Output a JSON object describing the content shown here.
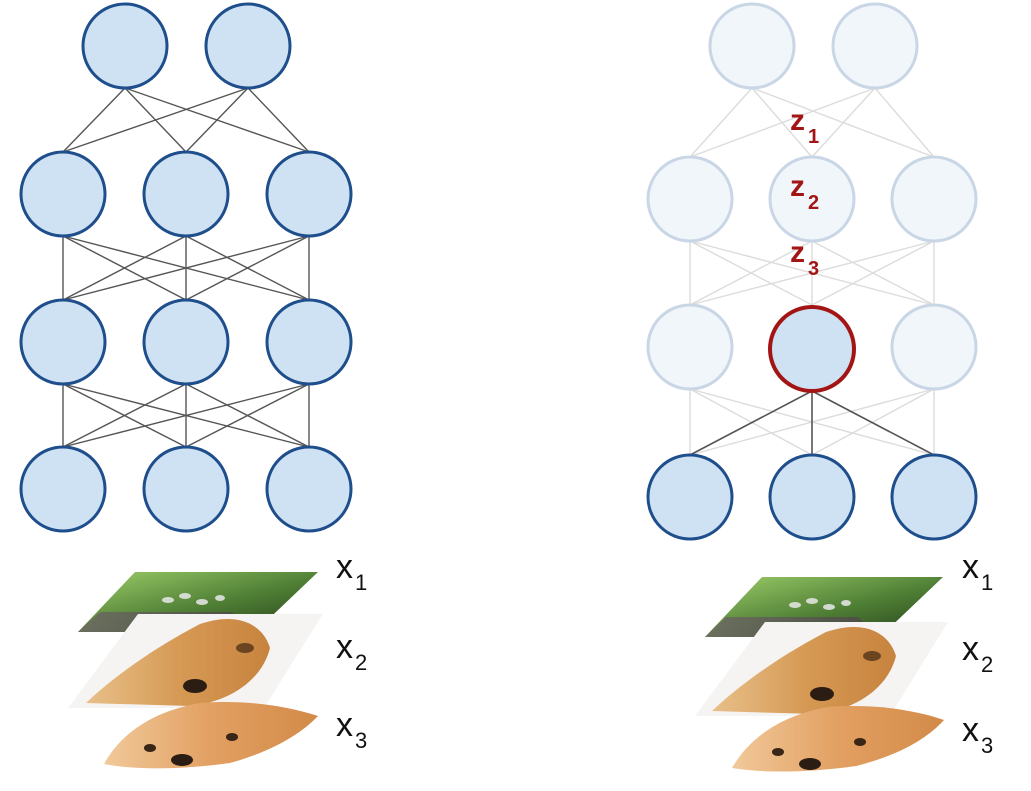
{
  "left_network": {
    "input_labels": [
      {
        "base": "x",
        "sub": "1"
      },
      {
        "base": "x",
        "sub": "2"
      },
      {
        "base": "x",
        "sub": "3"
      }
    ]
  },
  "right_network": {
    "input_labels": [
      {
        "base": "x",
        "sub": "1"
      },
      {
        "base": "x",
        "sub": "2"
      },
      {
        "base": "x",
        "sub": "3"
      }
    ],
    "latent_labels": [
      {
        "base": "z",
        "sub": "1"
      },
      {
        "base": "z",
        "sub": "2"
      },
      {
        "base": "z",
        "sub": "3"
      }
    ]
  },
  "colors": {
    "node_fill": "#cfe2f3",
    "node_stroke": "#1f4e8c",
    "faded_fill": "#f1f6fb",
    "faded_stroke": "#c9d6e6",
    "highlight_stroke": "#a31515",
    "edge": "#555555",
    "faded_edge": "#dcdcdc",
    "label": "#111111",
    "latent_label": "#a31515"
  }
}
